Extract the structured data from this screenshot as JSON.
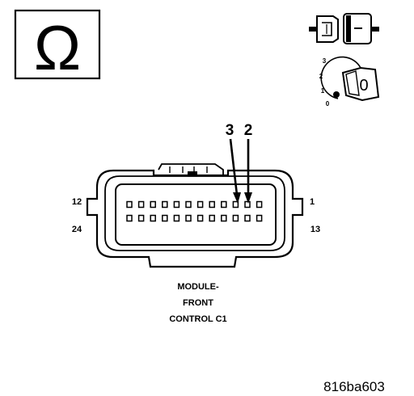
{
  "ohm_symbol": "Ω",
  "ignition_key": {
    "positions": [
      "3",
      "2",
      "1",
      "0"
    ],
    "key_label": "0"
  },
  "callouts": [
    "3",
    "2"
  ],
  "connector": {
    "pin_labels": {
      "top_left": "12",
      "bottom_left": "24",
      "top_right": "1",
      "bottom_right": "13"
    },
    "rows": 2,
    "pins_per_row": 12
  },
  "caption": {
    "line1": "MODULE-",
    "line2": "FRONT",
    "line3": "CONTROL C1"
  },
  "figure_id": "816ba603"
}
